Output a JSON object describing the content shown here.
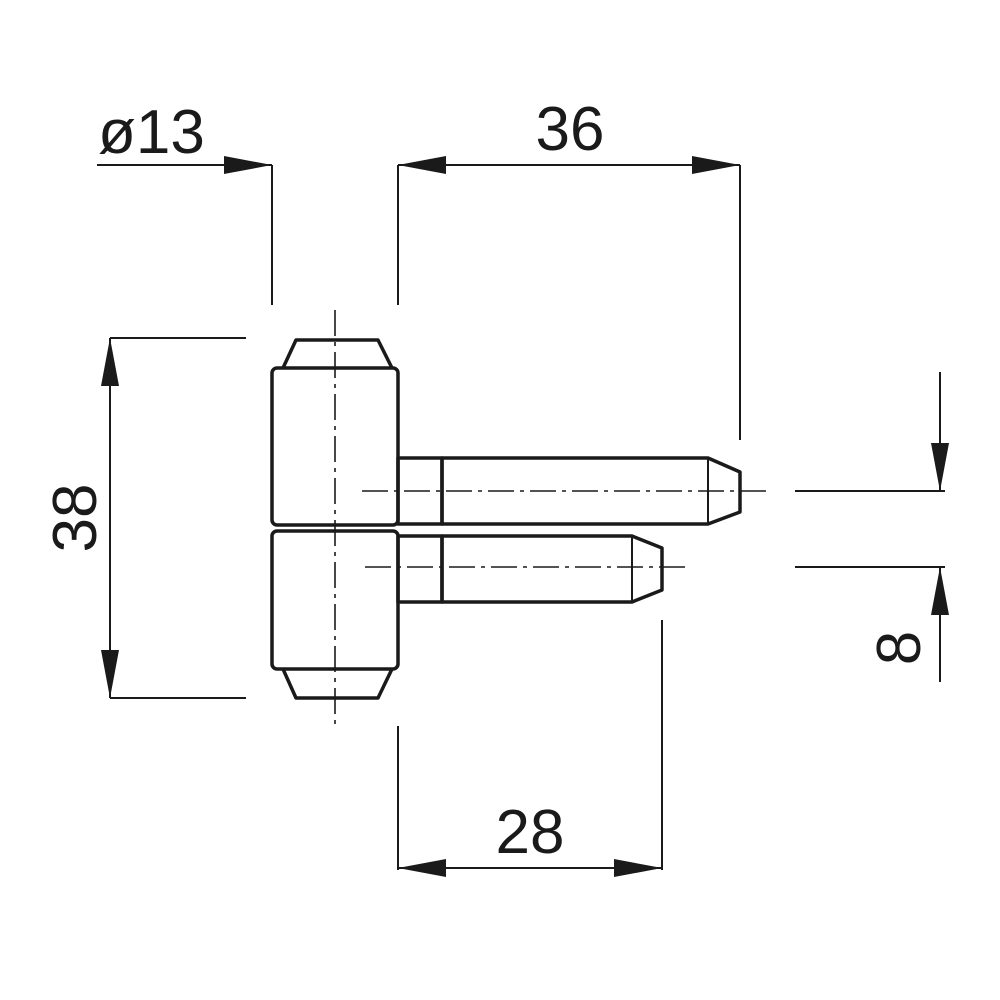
{
  "dimensions": {
    "diameter": "ø13",
    "overall_length": "36",
    "height": "38",
    "lower_pin_length": "28",
    "pin_spacing": "8"
  },
  "colors": {
    "line": "#1a1a1a",
    "background": "#ffffff"
  }
}
